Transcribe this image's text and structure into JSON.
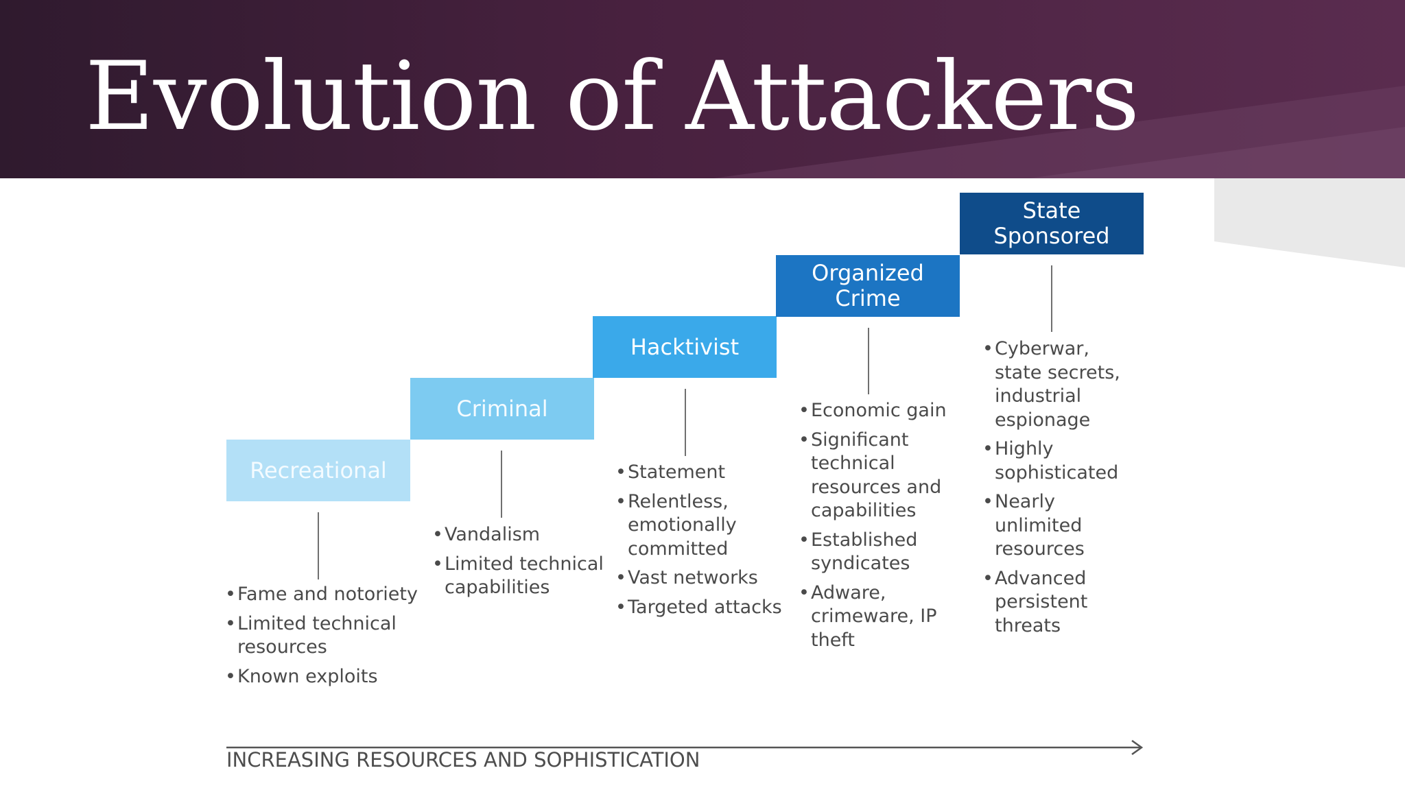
{
  "slide": {
    "title": "Evolution of Attackers"
  },
  "diagram": {
    "tiers": [
      {
        "label": "Recreational",
        "bullets": [
          "Fame and notoriety",
          "Limited technical resources",
          "Known exploits"
        ]
      },
      {
        "label": "Criminal",
        "bullets": [
          "Vandalism",
          "Limited technical capabilities"
        ]
      },
      {
        "label": "Hacktivist",
        "bullets": [
          "Statement",
          "Relentless, emotionally committed",
          "Vast networks",
          "Targeted attacks"
        ]
      },
      {
        "label": "Organized Crime",
        "bullets": [
          "Economic gain",
          "Significant technical resources and capabilities",
          "Established syndicates",
          "Adware, crimeware, IP theft"
        ]
      },
      {
        "label": "State Sponsored",
        "bullets": [
          "Cyberwar, state secrets, industrial espionage",
          "Highly sophisticated",
          "Nearly unlimited resources",
          "Advanced persistent threats"
        ]
      }
    ],
    "axis_label": "INCREASING RESOURCES AND SOPHISTICATION"
  },
  "colors": {
    "header_bg": "#48213f",
    "tier_colors": [
      "#b3e0f7",
      "#7dcbf1",
      "#3aa9ea",
      "#1c75c3",
      "#0f4c8a"
    ]
  }
}
